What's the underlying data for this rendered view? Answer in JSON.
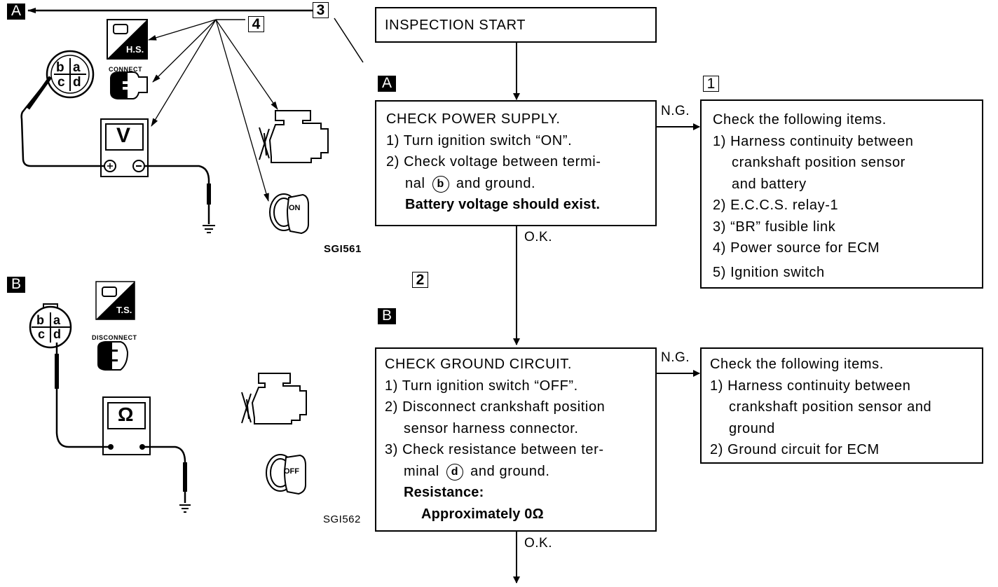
{
  "flowchart": {
    "start": {
      "label": "INSPECTION START"
    },
    "step_a": {
      "tag": "A",
      "title": "CHECK POWER SUPPLY.",
      "lines": [
        "1) Turn ignition switch “ON”.",
        "2) Check voltage between termi-"
      ],
      "terminal_prefix": "nal",
      "terminal_letter": "b",
      "terminal_suffix": "and ground.",
      "spec": "Battery voltage should exist.",
      "ng_label": "N.G.",
      "ok_label": "O.K."
    },
    "ng_box_1": {
      "tag": "1",
      "title": "Check the following items.",
      "items": [
        "1) Harness continuity between",
        "crankshaft position sensor",
        "and battery",
        "2) E.C.C.S. relay-1",
        "3) “BR” fusible link",
        "4) Power source for ECM",
        "5) Ignition switch"
      ]
    },
    "tag_2": "2",
    "step_b": {
      "tag": "B",
      "title": "CHECK GROUND CIRCUIT.",
      "lines": [
        "1) Turn ignition switch “OFF”.",
        "2) Disconnect crankshaft position",
        "sensor harness connector.",
        "3) Check resistance between ter-"
      ],
      "terminal_prefix": "minal",
      "terminal_letter": "d",
      "terminal_suffix": "and ground.",
      "spec_label": "Resistance:",
      "spec_value": "Approximately 0Ω",
      "ng_label": "N.G.",
      "ok_label": "O.K."
    },
    "ng_box_2": {
      "title": "Check the following items.",
      "items": [
        "1) Harness continuity between",
        "crankshaft position sensor and",
        "ground",
        "2) Ground circuit for ECM"
      ]
    }
  },
  "illustration_a": {
    "tag": "A",
    "callout_3": "3",
    "callout_4": "4",
    "mode_badge": "H.S.",
    "connector_state": "CONNECT",
    "meter_symbol": "V",
    "plus_symbol": "+",
    "minus_symbol": "−",
    "connector_pins": [
      "b",
      "a",
      "c",
      "d"
    ],
    "key_position": "ON",
    "figure_code": "SGI561"
  },
  "illustration_b": {
    "tag": "B",
    "mode_badge": "T.S.",
    "connector_state": "DISCONNECT",
    "meter_symbol": "Ω",
    "connector_pins": [
      "b",
      "a",
      "c",
      "d"
    ],
    "key_position": "OFF",
    "figure_code": "SGI562"
  }
}
